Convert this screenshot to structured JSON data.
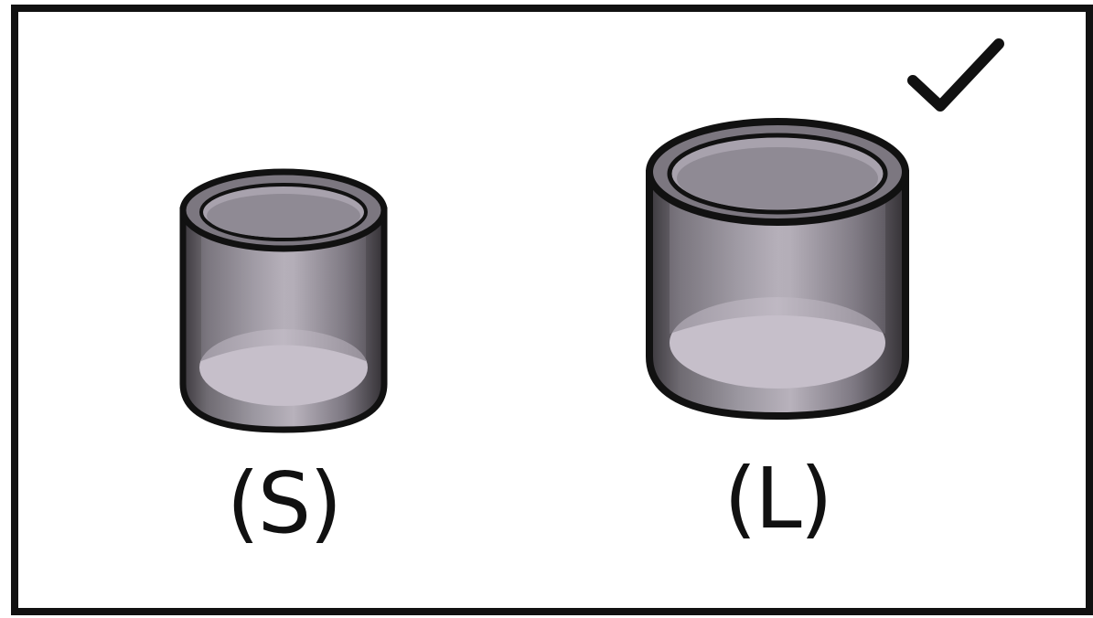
{
  "options": [
    {
      "id": "small",
      "label": "(S)",
      "selected": false,
      "icon": "small-cup-icon"
    },
    {
      "id": "large",
      "label": "(L)",
      "selected": true,
      "icon": "large-cup-icon"
    }
  ],
  "check_icon": "checkmark-icon",
  "colors": {
    "border": "#111111",
    "cup_body": "#8c8890",
    "cup_inside": "#b3acb7",
    "cup_bottom": "#c7c0cb",
    "background": "#ffffff"
  }
}
